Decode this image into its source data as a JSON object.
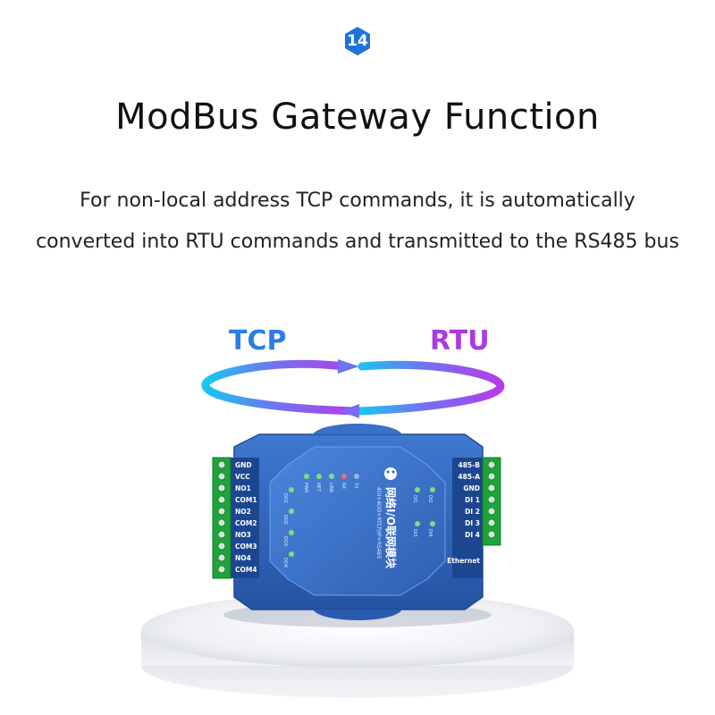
{
  "badge": {
    "number": "14",
    "color": "#1f73d9"
  },
  "title": "ModBus Gateway Function",
  "description": {
    "line1": "For non-local address TCP commands, it is automatically",
    "line2": "converted into RTU commands and transmitted to the RS485 bus"
  },
  "protocols": {
    "tcp": "TCP",
    "rtu": "RTU",
    "tcp_color": "#2a7fe6",
    "rtu_color": "#a93be0"
  },
  "device": {
    "body_color": "#2f63b8",
    "terminal_color": "#1fa33a",
    "left_terminals": [
      "GND",
      "VCC",
      "NO1",
      "COM1",
      "NO2",
      "COM2",
      "NO3",
      "COM3",
      "NO4",
      "COM4"
    ],
    "right_terminals": [
      "485-B",
      "485-A",
      "GND",
      "DI 1",
      "DI 2",
      "DI 3",
      "DI 4"
    ],
    "ethernet_label": "Ethernet",
    "status_leds": [
      "PWR",
      "NET",
      "LINK",
      "RX",
      "TX"
    ],
    "output_leds": [
      "DO1",
      "DO2",
      "DO3",
      "DO4"
    ],
    "input_leds": [
      "DI1",
      "DI2",
      "DI3",
      "DI4"
    ],
    "product_name": "网络I/O联网模块",
    "model_text": "4DI+4DO+RTCP/IP+RS485"
  }
}
